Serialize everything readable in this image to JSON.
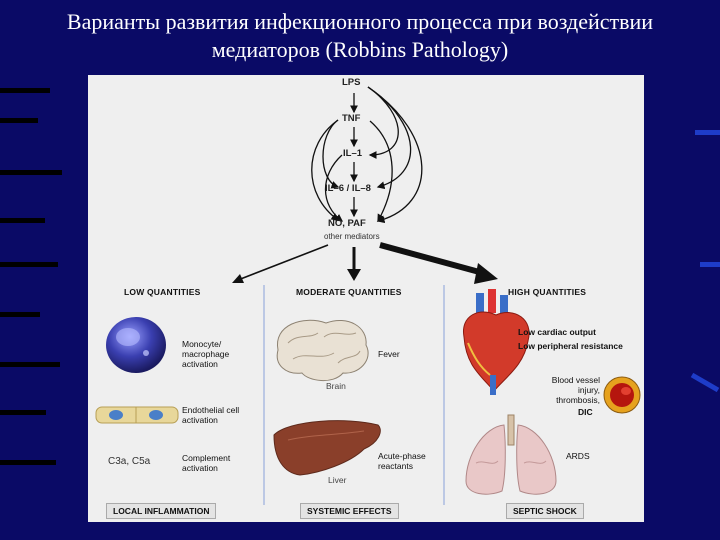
{
  "slide": {
    "title_line1": "Варианты развития инфекционного процесса при воздействии",
    "title_line2": "медиаторов (Robbins Pathology)"
  },
  "mediators": {
    "lps": "LPS",
    "tnf": "TNF",
    "il1": "IL–1",
    "il6_il8": "IL–6 / IL–8",
    "no_paf": "NO, PAF",
    "other": "other mediators"
  },
  "sections": {
    "low": "LOW QUANTITIES",
    "moderate": "MODERATE QUANTITIES",
    "high": "HIGH QUANTITIES"
  },
  "labels": {
    "monocyte": "Monocyte/\nmacrophage\nactivation",
    "endothelial": "Endothelial cell\nactivation",
    "complement": "Complement\nactivation",
    "c3a_c5a": "C3a, C5a",
    "fever": "Fever",
    "brain": "Brain",
    "acute_phase": "Acute-phase\nreactants",
    "liver": "Liver",
    "low_cardiac": "Low cardiac output",
    "low_peripheral": "Low peripheral resistance",
    "vessel_injury": "Blood vessel\ninjury,\nthrombosis,",
    "dic": "DIC",
    "ards": "ARDS"
  },
  "footers": {
    "local": "LOCAL INFLAMMATION",
    "systemic": "SYSTEMIC EFFECTS",
    "septic": "SEPTIC SHOCK"
  }
}
